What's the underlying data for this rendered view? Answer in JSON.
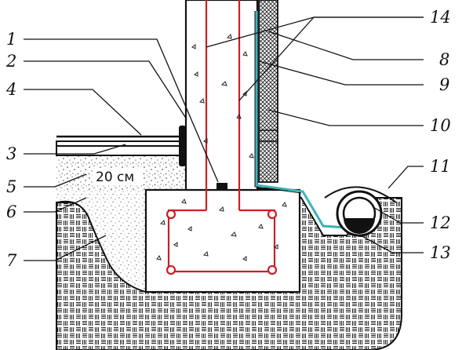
{
  "diagram": {
    "dimension_label": "20 см",
    "callouts": [
      {
        "num": "1"
      },
      {
        "num": "2"
      },
      {
        "num": "4"
      },
      {
        "num": "3"
      },
      {
        "num": "5"
      },
      {
        "num": "6"
      },
      {
        "num": "7"
      },
      {
        "num": "14"
      },
      {
        "num": "8"
      },
      {
        "num": "9"
      },
      {
        "num": "10"
      },
      {
        "num": "11"
      },
      {
        "num": "12"
      },
      {
        "num": "13"
      }
    ],
    "colors": {
      "rebar": "#c8202a",
      "waterproofing": "#3bb3b8",
      "outline": "#111111",
      "soil_pattern": "#222222",
      "concrete_fill": "#ffffff"
    }
  }
}
